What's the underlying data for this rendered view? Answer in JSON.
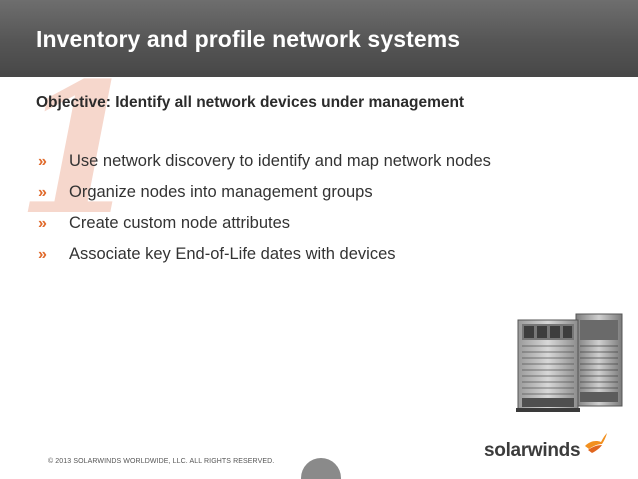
{
  "slide": {
    "title": "Inventory and profile network systems",
    "number": "1",
    "objective": "Objective: Identify all network devices under management",
    "bullet_marker": "»",
    "bullets": [
      "Use network discovery to identify and map network nodes",
      "Organize nodes into management groups",
      "Create custom node attributes",
      "Associate key End-of-Life dates with devices"
    ]
  },
  "footer": {
    "copyright": "© 2013 SOLARWINDS WORLDWIDE, LLC.  ALL RIGHTS RESERVED.",
    "logo_text": "solarwinds"
  },
  "colors": {
    "header_bg": "#555555",
    "accent": "#e06a2b",
    "number_watermark": "#f6d7cc"
  }
}
